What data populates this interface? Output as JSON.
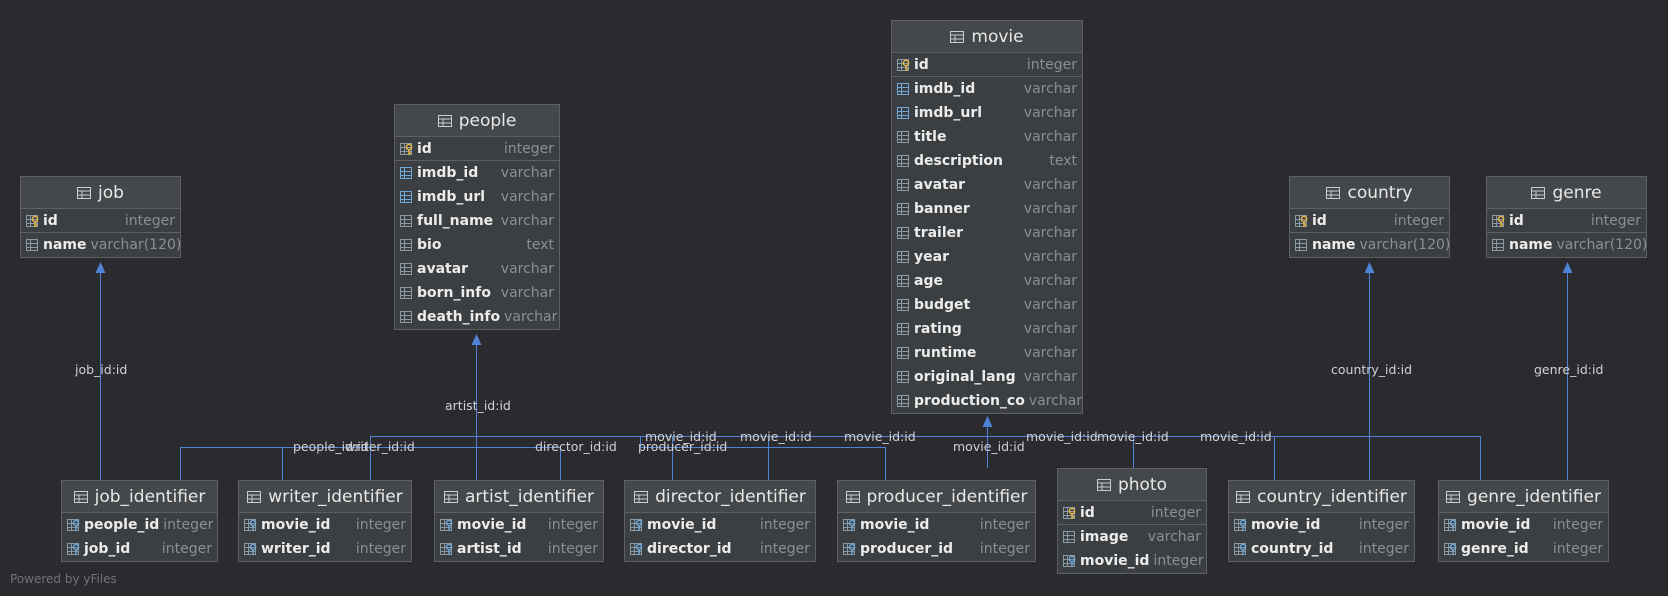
{
  "footer": "Powered by yFiles",
  "colors": {
    "background": "#2b2b2f",
    "edge": "#4f83d6",
    "pk_key": "#e8b84a",
    "column_icon": "#8a9aa6"
  },
  "tables": {
    "movie": {
      "name": "movie",
      "columns": [
        {
          "name": "id",
          "type": "integer",
          "kind": "pk"
        },
        {
          "name": "imdb_id",
          "type": "varchar",
          "kind": "idx"
        },
        {
          "name": "imdb_url",
          "type": "varchar",
          "kind": "idx"
        },
        {
          "name": "title",
          "type": "varchar",
          "kind": "col"
        },
        {
          "name": "description",
          "type": "text",
          "kind": "col"
        },
        {
          "name": "avatar",
          "type": "varchar",
          "kind": "col"
        },
        {
          "name": "banner",
          "type": "varchar",
          "kind": "col"
        },
        {
          "name": "trailer",
          "type": "varchar",
          "kind": "col"
        },
        {
          "name": "year",
          "type": "varchar",
          "kind": "col"
        },
        {
          "name": "age",
          "type": "varchar",
          "kind": "col"
        },
        {
          "name": "budget",
          "type": "varchar",
          "kind": "col"
        },
        {
          "name": "rating",
          "type": "varchar",
          "kind": "col"
        },
        {
          "name": "runtime",
          "type": "varchar",
          "kind": "col"
        },
        {
          "name": "original_lang",
          "type": "varchar",
          "kind": "col"
        },
        {
          "name": "production_co",
          "type": "varchar",
          "kind": "col"
        }
      ]
    },
    "people": {
      "name": "people",
      "columns": [
        {
          "name": "id",
          "type": "integer",
          "kind": "pk"
        },
        {
          "name": "imdb_id",
          "type": "varchar",
          "kind": "idx"
        },
        {
          "name": "imdb_url",
          "type": "varchar",
          "kind": "idx"
        },
        {
          "name": "full_name",
          "type": "varchar",
          "kind": "col"
        },
        {
          "name": "bio",
          "type": "text",
          "kind": "col"
        },
        {
          "name": "avatar",
          "type": "varchar",
          "kind": "col"
        },
        {
          "name": "born_info",
          "type": "varchar",
          "kind": "col"
        },
        {
          "name": "death_info",
          "type": "varchar",
          "kind": "col"
        }
      ]
    },
    "job": {
      "name": "job",
      "columns": [
        {
          "name": "id",
          "type": "integer",
          "kind": "pk"
        },
        {
          "name": "name",
          "type": "varchar(120)",
          "kind": "col"
        }
      ]
    },
    "country": {
      "name": "country",
      "columns": [
        {
          "name": "id",
          "type": "integer",
          "kind": "pk"
        },
        {
          "name": "name",
          "type": "varchar(120)",
          "kind": "col"
        }
      ]
    },
    "genre": {
      "name": "genre",
      "columns": [
        {
          "name": "id",
          "type": "integer",
          "kind": "pk"
        },
        {
          "name": "name",
          "type": "varchar(120)",
          "kind": "col"
        }
      ]
    },
    "job_identifier": {
      "name": "job_identifier",
      "columns": [
        {
          "name": "people_id",
          "type": "integer",
          "kind": "fk"
        },
        {
          "name": "job_id",
          "type": "integer",
          "kind": "fk"
        }
      ]
    },
    "writer_identifier": {
      "name": "writer_identifier",
      "columns": [
        {
          "name": "movie_id",
          "type": "integer",
          "kind": "fk"
        },
        {
          "name": "writer_id",
          "type": "integer",
          "kind": "fk"
        }
      ]
    },
    "artist_identifier": {
      "name": "artist_identifier",
      "columns": [
        {
          "name": "movie_id",
          "type": "integer",
          "kind": "fk"
        },
        {
          "name": "artist_id",
          "type": "integer",
          "kind": "fk"
        }
      ]
    },
    "director_identifier": {
      "name": "director_identifier",
      "columns": [
        {
          "name": "movie_id",
          "type": "integer",
          "kind": "fk"
        },
        {
          "name": "director_id",
          "type": "integer",
          "kind": "fk"
        }
      ]
    },
    "producer_identifier": {
      "name": "producer_identifier",
      "columns": [
        {
          "name": "movie_id",
          "type": "integer",
          "kind": "fk"
        },
        {
          "name": "producer_id",
          "type": "integer",
          "kind": "fk"
        }
      ]
    },
    "photo": {
      "name": "photo",
      "columns": [
        {
          "name": "id",
          "type": "integer",
          "kind": "pk"
        },
        {
          "name": "image",
          "type": "varchar",
          "kind": "col"
        },
        {
          "name": "movie_id",
          "type": "integer",
          "kind": "fkcol"
        }
      ]
    },
    "country_identifier": {
      "name": "country_identifier",
      "columns": [
        {
          "name": "movie_id",
          "type": "integer",
          "kind": "fk"
        },
        {
          "name": "country_id",
          "type": "integer",
          "kind": "fk"
        }
      ]
    },
    "genre_identifier": {
      "name": "genre_identifier",
      "columns": [
        {
          "name": "movie_id",
          "type": "integer",
          "kind": "fk"
        },
        {
          "name": "genre_id",
          "type": "integer",
          "kind": "fk"
        }
      ]
    }
  },
  "edge_labels": {
    "job_id": "job_id:id",
    "artist_id": "artist_id:id",
    "country_id": "country_id:id",
    "genre_id": "genre_id:id",
    "people_id": "people_id:id",
    "writer_id": "writer_id:id",
    "director_id": "director_id:id",
    "producer_id": "producer_id:id",
    "movie_id_1": "movie_id:id",
    "movie_id_2": "movie_id:id",
    "movie_id_3": "movie_id:id",
    "movie_id_4": "movie_id:id",
    "movie_id_5": "movie_id:id",
    "movie_id_6": "movie_id:id",
    "movie_id_7": "movie_id:id"
  }
}
